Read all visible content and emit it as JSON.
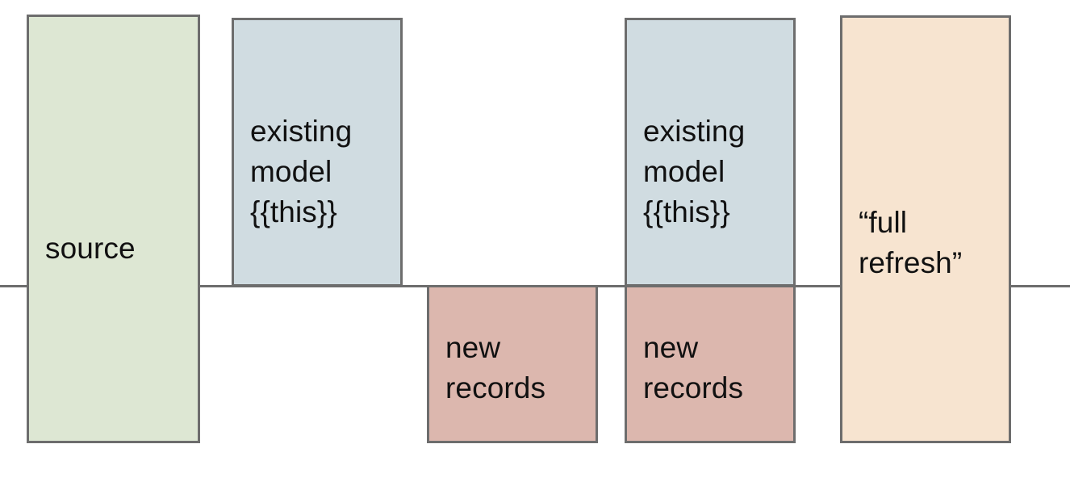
{
  "diagram": {
    "title": "incremental model full refresh diagram",
    "baseline": {
      "name": "horizontal-divider",
      "color": "#6d6d6d"
    },
    "colors": {
      "source_fill": "#dde7d3",
      "existing_model_fill": "#d0dce1",
      "new_records_fill": "#dcb7ae",
      "full_refresh_fill": "#f7e4d0",
      "border": "#6d6d6d",
      "text": "#111111",
      "background": "#ffffff"
    },
    "boxes": [
      {
        "id": "source",
        "label": "source"
      },
      {
        "id": "existing-1",
        "label": "existing\nmodel\n{{this}}"
      },
      {
        "id": "new-records-1",
        "label": "new\nrecords"
      },
      {
        "id": "existing-2",
        "label": "existing\nmodel\n{{this}}"
      },
      {
        "id": "new-records-2",
        "label": "new\nrecords"
      },
      {
        "id": "full-refresh",
        "label": "“full\nrefresh”"
      }
    ]
  }
}
